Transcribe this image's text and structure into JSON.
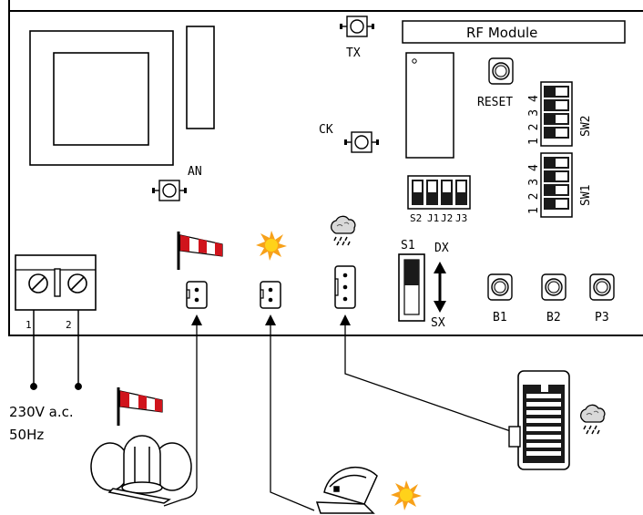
{
  "labels": {
    "rf_module": "RF Module",
    "tx": "TX",
    "ck": "CK",
    "an": "AN",
    "reset": "RESET",
    "sw2": "SW2",
    "sw1": "SW1",
    "sw2_digits": "1 2 3 4",
    "sw1_digits": "1 2 3 4",
    "s2": "S2",
    "j1": "J1",
    "j2": "J2",
    "j3": "J3",
    "s1": "S1",
    "dx": "DX",
    "sx": "SX",
    "b1": "B1",
    "b2": "B2",
    "p3": "P3",
    "terminal_1": "1",
    "terminal_2": "2",
    "supply_voltage": "230V a.c.",
    "supply_freq": "50Hz"
  },
  "icons": {
    "wind": "windsock-icon",
    "sun": "sun-icon",
    "rain": "rain-cloud-icon"
  },
  "colors": {
    "line": "#000000",
    "windsock": "#d0141c",
    "sun": "#f7a11a",
    "sun_core": "#ffd21a",
    "cloud": "#7a7a7a"
  }
}
